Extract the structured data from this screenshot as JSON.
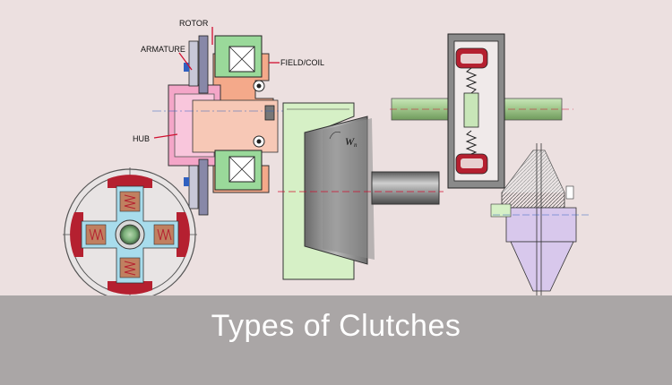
{
  "banner": {
    "title": "Types of Clutches"
  },
  "labels": {
    "rotor": "ROTOR",
    "armature": "ARMATURE",
    "field_coil": "FIELD/COIL",
    "hub": "HUB",
    "wn": "W",
    "wn_sub": "n"
  },
  "colors": {
    "background": "#ece0e0",
    "banner": "#aaa6a6",
    "leader_red": "#d01030",
    "coil_green": "#9ad99a",
    "hub_pink": "#f4a6c8",
    "housing_salmon": "#f4a98a",
    "cone_green": "#d6f0c6",
    "shaft_grey": "#8a8a8a",
    "spring_red": "#b52030",
    "lavender": "#d8c8ec",
    "cross_cyan": "#a8dcec"
  },
  "icons": [
    "electromagnetic-clutch-diagram",
    "cone-clutch-diagram",
    "centrifugal-clutch-diagram",
    "spring-coupling-diagram",
    "plate-clutch-diagram"
  ]
}
